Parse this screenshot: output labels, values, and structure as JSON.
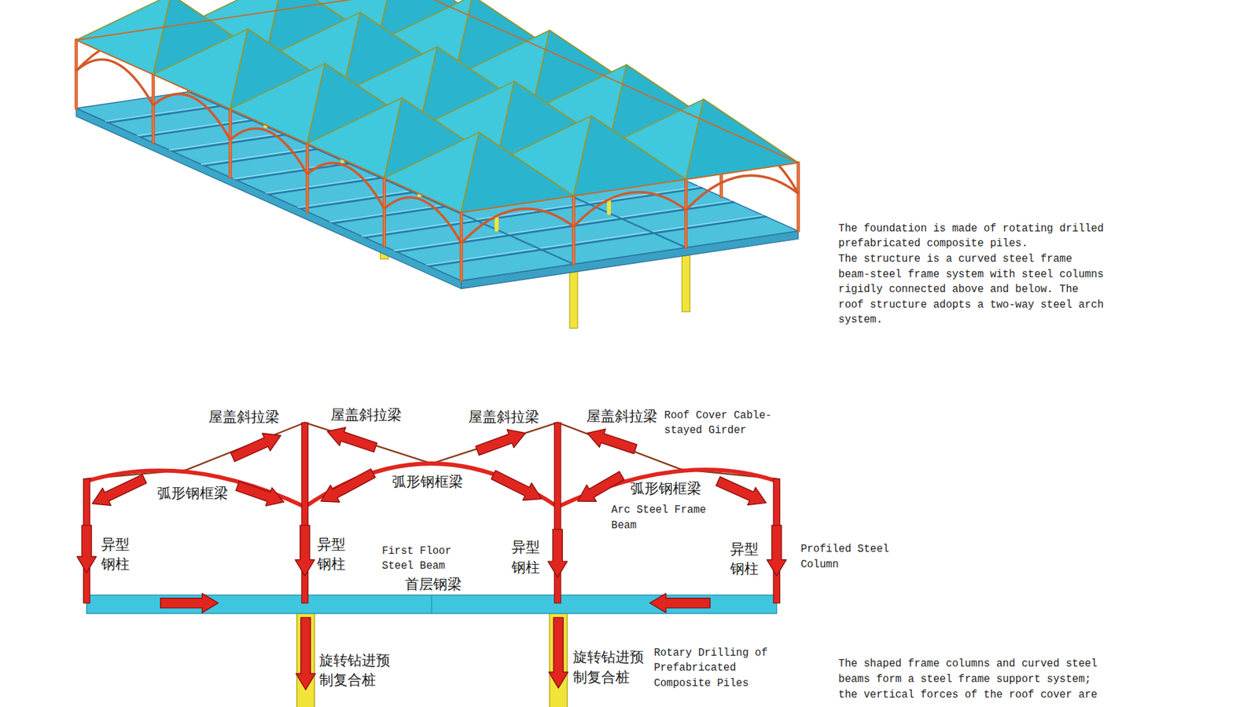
{
  "diagram": {
    "labels": [
      "The foundation is made of rotating drilled prefabricated composite piles.",
      "The structure is a curved steel frame beam-steel frame system with steel columns rigidly connected above and below. The roof structure adopts a two-way steel arch system.",
      "屋盖斜拉梁",
      "屋盖斜拉梁",
      "屋盖斜拉梁",
      "屋盖斜拉梁",
      "Roof Cover Cable- stayed Girder",
      "弧形钢框梁",
      "弧形钢框梁",
      "弧形钢框梁",
      "Arc Steel Frame Beam",
      "异型钢柱",
      "异型钢柱",
      "异型钢柱",
      "异型钢柱",
      "Profiled Steel Column",
      "First Floor Steel Beam",
      "首层钢梁",
      "旋转钻进预制复合桩",
      "旋转钻进预制复合桩",
      "Rotary Drilling of Prefabricated Composite Piles",
      "The shaped frame columns and curved steel beams form a steel frame support system; the vertical forces of the roof cover are"
    ]
  }
}
